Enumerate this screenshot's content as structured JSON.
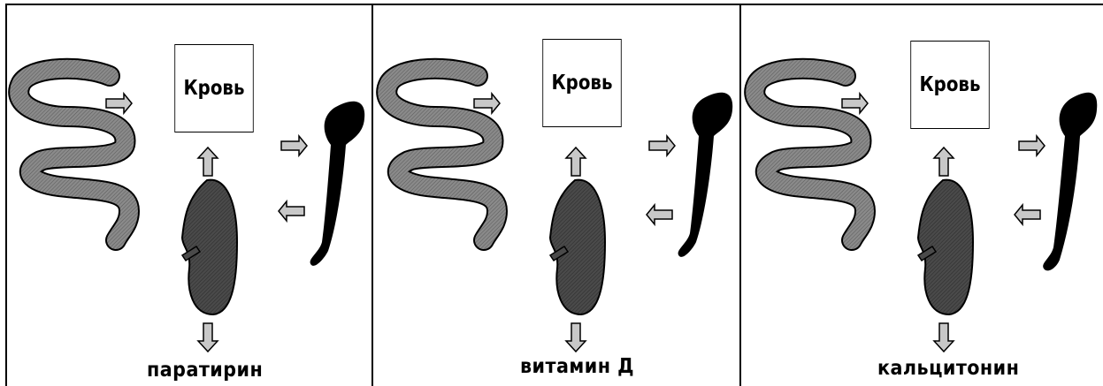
{
  "colors": {
    "border": "#000000",
    "intestine": "#8a8a8a",
    "kidney": "#4a4a4a",
    "bone": "#000000",
    "arrow_fill": "#c8c8c8"
  },
  "panels": [
    {
      "blood_label": "Кровь",
      "hormone_label": "паратирин"
    },
    {
      "blood_label": "Кровь",
      "hormone_label": "витамин Д"
    },
    {
      "blood_label": "Кровь",
      "hormone_label": "кальцитонин"
    }
  ]
}
